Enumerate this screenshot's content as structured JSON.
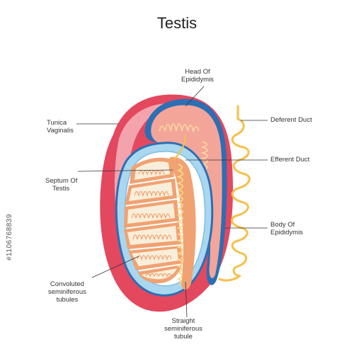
{
  "title": "Testis",
  "labels": {
    "head_of_epididymis": [
      "Head Of",
      "Epididymis"
    ],
    "tunica_vaginalis": [
      "Tunica",
      "Vaginalis"
    ],
    "deferent_duct": [
      "Deferent Duct"
    ],
    "efferent_duct": [
      "Efferent Duct"
    ],
    "septum_of_testis": [
      "Septum Of",
      "Testis"
    ],
    "body_of_epididymis": [
      "Body Of",
      "Epididymis"
    ],
    "convoluted_seminiferous_tubules": [
      "Convoluted",
      "seminiferous",
      "tubules"
    ],
    "straight_seminiferous_tubule": [
      "Straight",
      "seminiferous",
      "tubule"
    ]
  },
  "watermark": "#1106768839",
  "colors": {
    "tunica": "#e3485f",
    "tunica_light": "#f4a3ad",
    "blue": "#2c6fb4",
    "light_blue": "#a9d7ef",
    "epididymis": "#f3a59a",
    "tubule_orange": "#f0a272",
    "tubule_cream": "#f9eed9",
    "duct_yellow": "#f5c04a"
  }
}
